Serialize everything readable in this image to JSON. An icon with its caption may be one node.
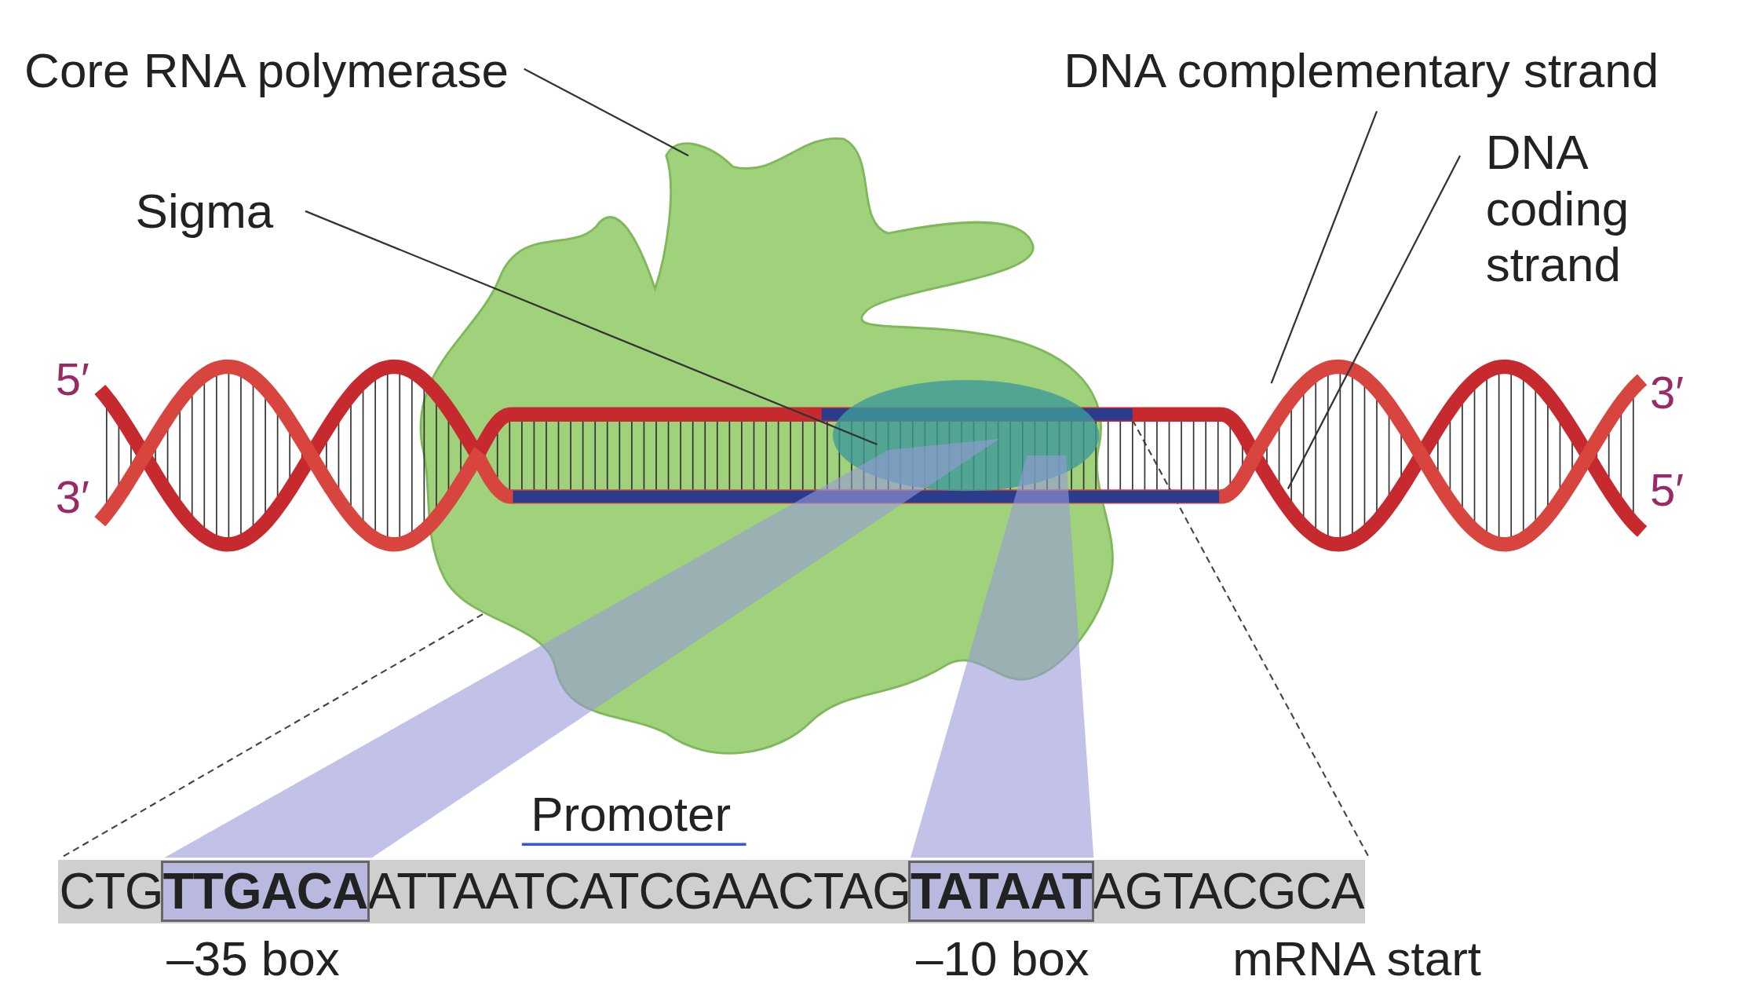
{
  "diagram": {
    "nodes": [
      {
        "text": [
          "Core RNA polymerase"
        ]
      },
      {
        "text": [
          "Sigma"
        ]
      },
      {
        "text": [
          "DNA complementary strand"
        ]
      },
      {
        "text": [
          "DNA coding strand"
        ]
      }
    ],
    "edges": [
      {
        "from": 0,
        "to": null,
        "arrow": "none"
      },
      {
        "from": 1,
        "to": null,
        "arrow": "none"
      },
      {
        "from": 2,
        "to": null,
        "arrow": "none"
      },
      {
        "from": 3,
        "to": null,
        "arrow": "none"
      }
    ],
    "labels": [
      "5′",
      "3′",
      "3′",
      "5′",
      "Promoter",
      "CTG**TTGACA**ATTAATCATCGAACTAG**TATAAT**AGTACGCA",
      "–35 box",
      "–10 box",
      "mRNA start"
    ]
  }
}
